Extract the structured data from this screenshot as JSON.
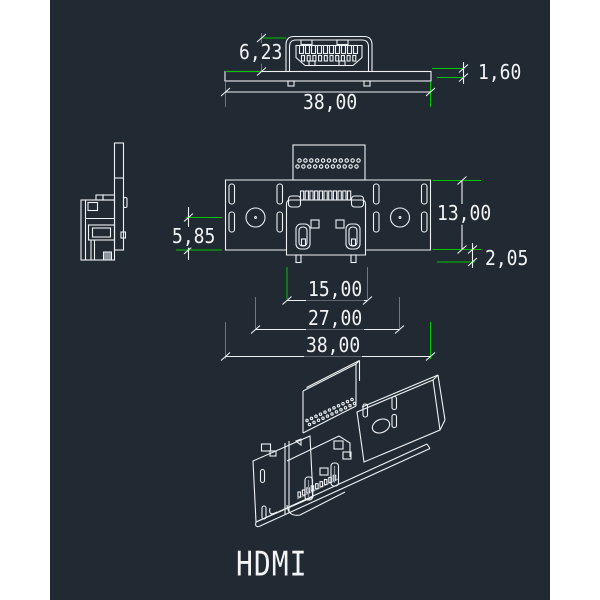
{
  "colors": {
    "page": "#ffffff",
    "canvas": "#212932",
    "line": "#eef2f5",
    "dim": "#00c800",
    "text": "#f2f4f5",
    "shade": "#8d949b"
  },
  "title": "HDMI",
  "dimensions": {
    "front": {
      "connector_height": "6,23",
      "overall_width": "38,00",
      "plate_thickness": "1,60"
    },
    "plan": {
      "hole_to_edge": "5,85",
      "bracket_height": "13,00",
      "body_overhang": "2,05",
      "connector_width": "15,00",
      "hole_spacing": "27,00",
      "overall_width": "38,00"
    }
  }
}
